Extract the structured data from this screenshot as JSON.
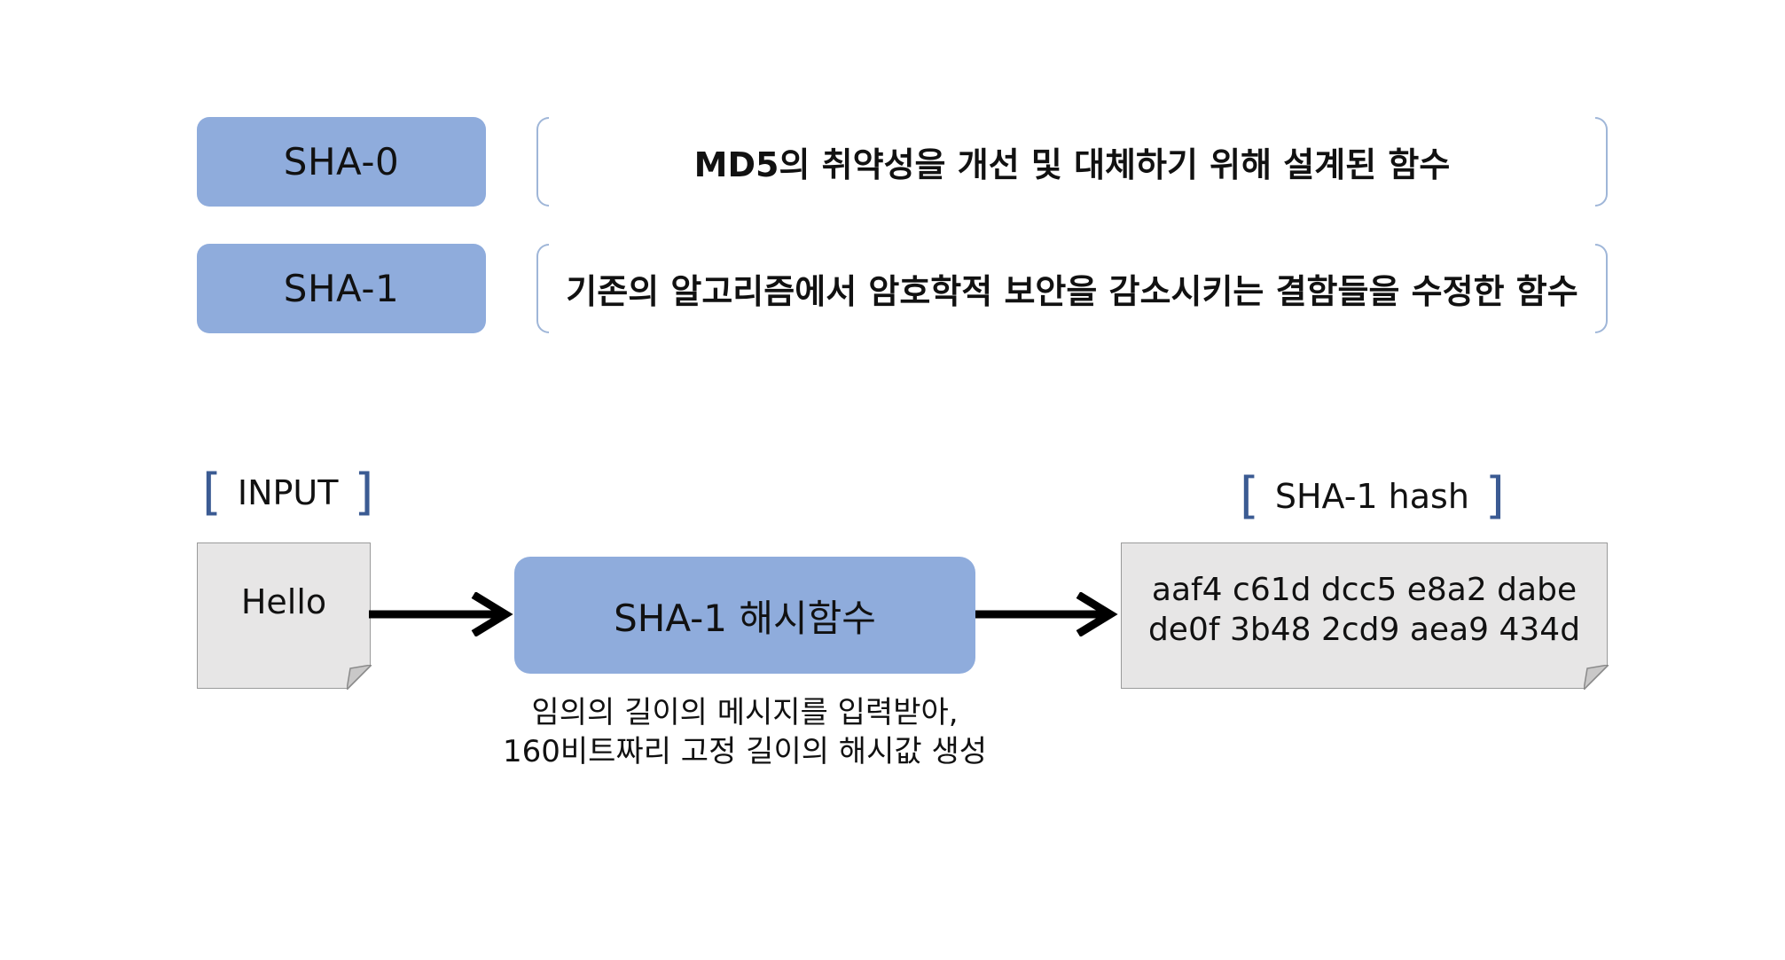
{
  "definitions": [
    {
      "name": "SHA-0",
      "description": "MD5의 취약성을 개선 및 대체하기 위해 설계된 함수"
    },
    {
      "name": "SHA-1",
      "description": "기존의 알고리즘에서 암호학적 보안을 감소시키는 결함들을 수정한 함수"
    }
  ],
  "flow": {
    "input_heading": "INPUT",
    "input_value": "Hello",
    "function_label": "SHA-1 해시함수",
    "function_caption": [
      "임의의 길이의 메시지를 입력받아,",
      "160비트짜리 고정 길이의 해시값 생성"
    ],
    "output_heading": "SHA-1 hash",
    "output_lines": [
      "aaf4 c61d dcc5 e8a2 dabe",
      "de0f 3b48 2cd9 aea9 434d"
    ]
  },
  "colors": {
    "box_fill": "#8facdc",
    "bracket": "#3b5b93",
    "bracket_light": "#9fb6d8",
    "note_fill": "#e7e6e6",
    "arrow": "#000000"
  }
}
